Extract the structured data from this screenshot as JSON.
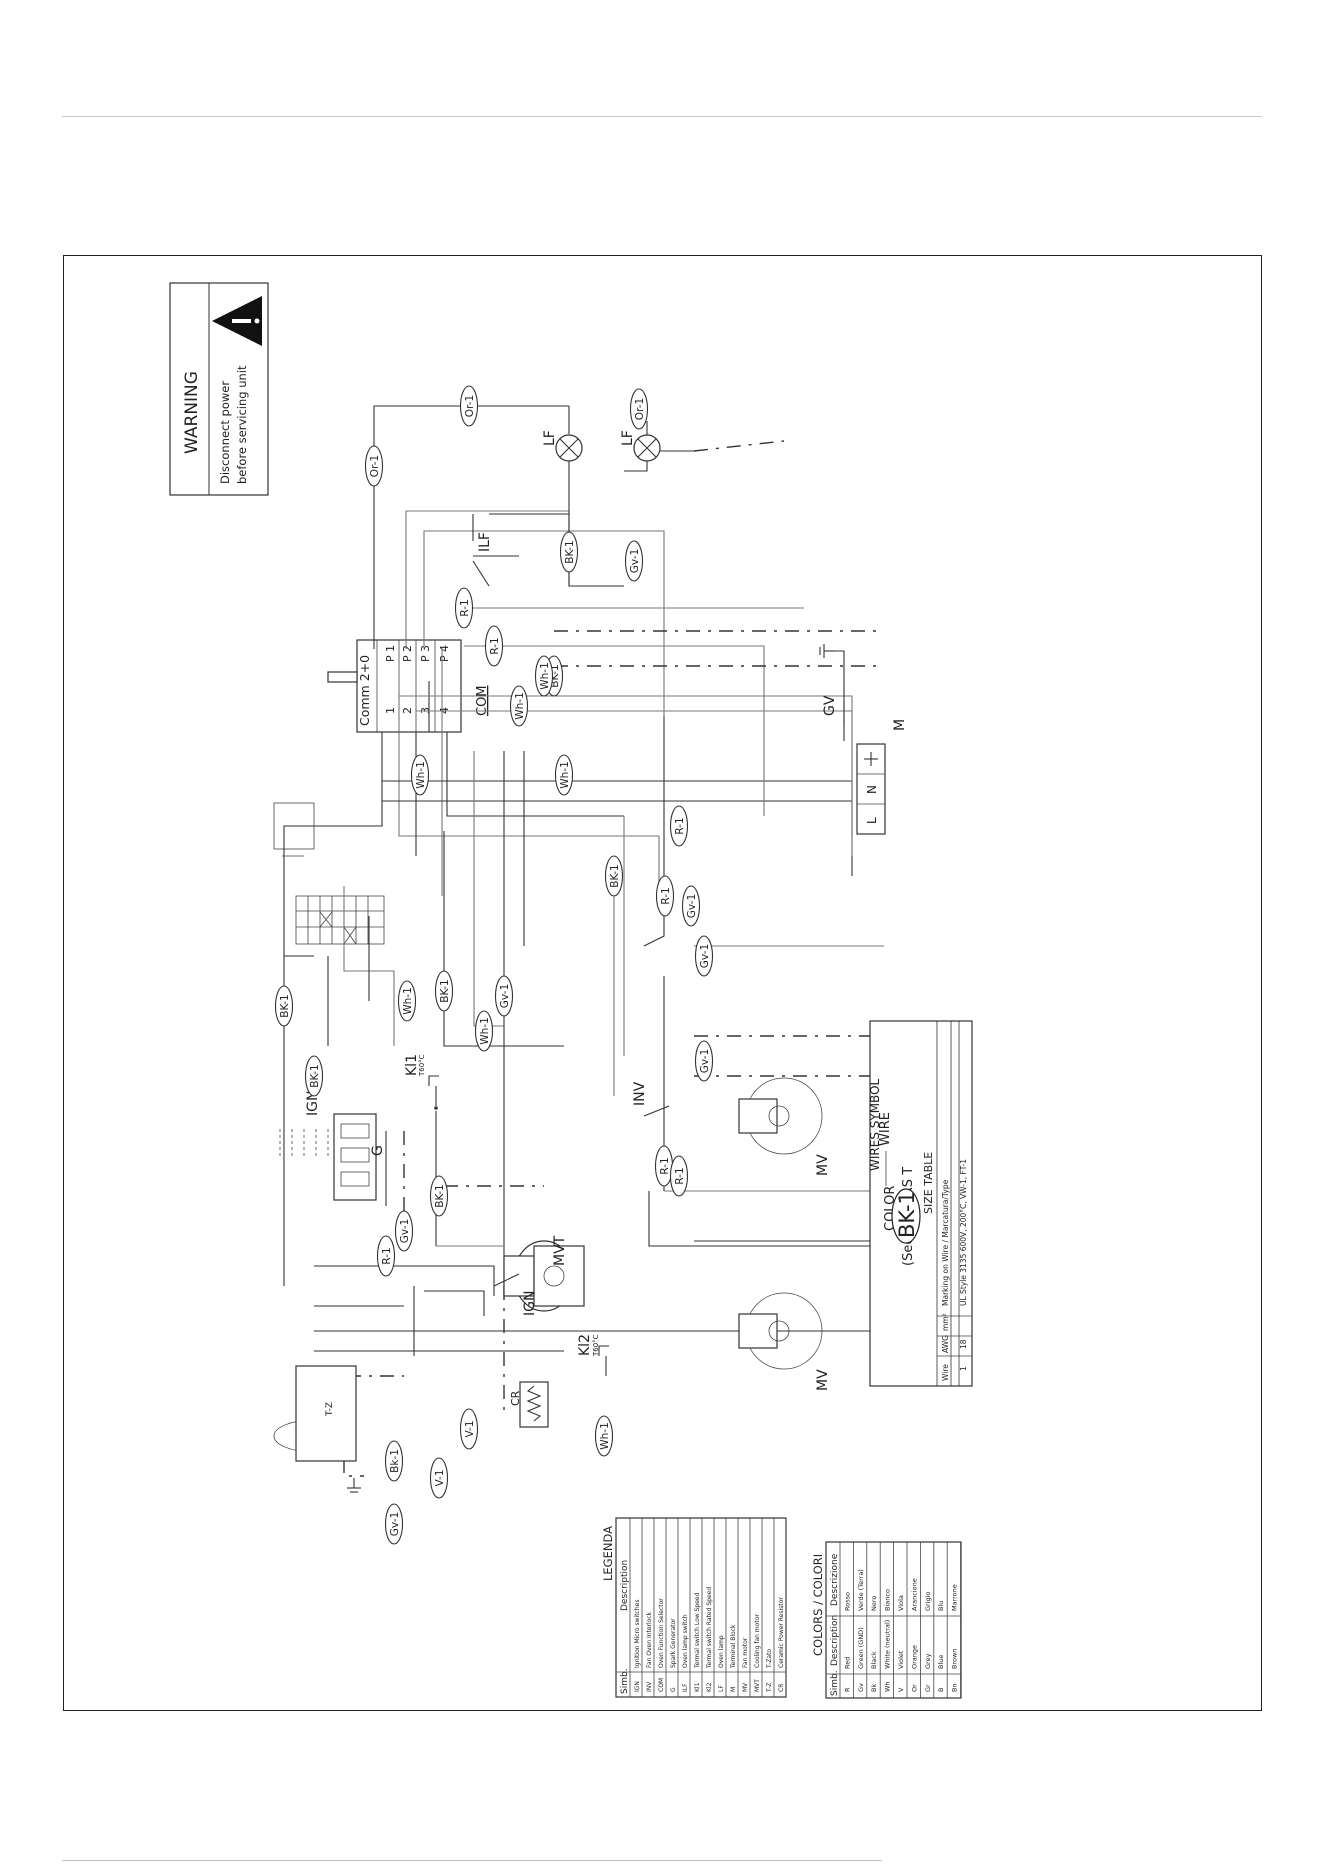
{
  "warning": {
    "title": "WARNING",
    "text_line1": "Disconnect power",
    "text_line2": "before servicing unit"
  },
  "components": {
    "selector_label": "Comm 2+0",
    "selector_name": "COM",
    "igniter": "IGN",
    "generator": "G",
    "kl1": "Kl1",
    "kl1_temp": "T60°C",
    "kl2": "Kl2",
    "kl2_temp": "T60°C",
    "mvt": "MVT",
    "cr": "CR",
    "inv": "INV",
    "mv1": "MV",
    "mv2": "MV",
    "ilf": "ILF",
    "lf1": "LF",
    "lf2": "LF",
    "gv": "GV",
    "terminal_m": "M",
    "terminal_l": "L",
    "terminal_n": "N",
    "tz": "T-Z",
    "ign_switch": "IGN"
  },
  "selector_pins_left": [
    "1",
    "P",
    "2",
    "P",
    "3",
    "P",
    "4",
    "P"
  ],
  "selector_pins_right": [
    "1",
    "2",
    "3",
    "4"
  ],
  "wire_tags": {
    "or1_top": "Or-1",
    "or1_lamp": "Or-1",
    "or1_left": "Or-1",
    "r1_a": "R-1",
    "r1_b": "R-1",
    "r1_c": "R-1",
    "r1_d": "R-1",
    "r1_e": "R-1",
    "r1_f": "R-1",
    "r1_g": "R-1",
    "bk1_lamp": "BK-1",
    "bk1_sel": "BK-1",
    "bk1_right": "BK-1",
    "bk1_left": "BK-1",
    "bk1_ign": "BK-1",
    "bk1_kl1": "BK-1",
    "bk1_mvt": "BK-1",
    "bk1_tz": "Bk-1",
    "wh1_a": "Wh-1",
    "wh1_b": "Wh-1",
    "wh1_sel": "Wh-1",
    "wh1_term": "Wh-1",
    "wh1_g": "Wh-1",
    "wh1_mid": "Wh-1",
    "wh1_bottom": "Wh-1",
    "gv1_lamp": "Gv-1",
    "gv1_a": "Gv-1",
    "gv1_b": "Gv-1",
    "gv1_c": "Gv-1",
    "gv1_d": "Gv-1",
    "gv1_e": "Gv-1",
    "gv1_tz": "Gv-1",
    "v1_a": "V-1",
    "v1_b": "V-1"
  },
  "wires_symbol": {
    "title": "WIRES SYMBOL",
    "color_label": "COLOR",
    "see_colors": "(See COLORS T",
    "code": "BK-1",
    "wire_label": "WIRE",
    "size_title": "SIZE TABLE",
    "headers": [
      "Wire",
      "AWG",
      "mm²",
      "Marking on Wire / Marcatura/Type"
    ],
    "row": [
      "1",
      "18",
      "",
      "UL Style 3135 600V, 200°C, VW-1, FT-1"
    ]
  },
  "legend": {
    "title": "LEGENDA",
    "headers": [
      "Simb.",
      "Description"
    ],
    "rows": [
      [
        "IGN",
        "Ignition Micro switches"
      ],
      [
        "INV",
        "Fan Oven Interlock"
      ],
      [
        "COM",
        "Oven Function Selector"
      ],
      [
        "G",
        "Spark Generator"
      ],
      [
        "ILF",
        "Oven lamp switch"
      ],
      [
        "Kl1",
        "Termal switch Low Speed"
      ],
      [
        "Kl2",
        "Termal switch Rated Speed"
      ],
      [
        "LF",
        "Oven lamp"
      ],
      [
        "M",
        "Terminal Block"
      ],
      [
        "MV",
        "Fan motor"
      ],
      [
        "MVT",
        "Cooling fan motor"
      ],
      [
        "T-Z",
        "T-Zato"
      ],
      [
        "CR",
        "Ceramic Power Resistor"
      ]
    ]
  },
  "colors": {
    "title": "COLORS / COLORI",
    "headers": [
      "Simb.",
      "Description",
      "Descrizione"
    ],
    "rows": [
      [
        "R",
        "Red",
        "Rosso"
      ],
      [
        "Gv",
        "Green (GND)",
        "Verde (Terra)"
      ],
      [
        "Bk",
        "Black",
        "Nero"
      ],
      [
        "Wh",
        "White (neutral)",
        "Bianco"
      ],
      [
        "V",
        "Violet",
        "Viola"
      ],
      [
        "Or",
        "Orange",
        "Arancione"
      ],
      [
        "Gr",
        "Grey",
        "Grigio"
      ],
      [
        "B",
        "Blue",
        "Blu"
      ],
      [
        "Bn",
        "Brown",
        "Marrone"
      ]
    ]
  }
}
